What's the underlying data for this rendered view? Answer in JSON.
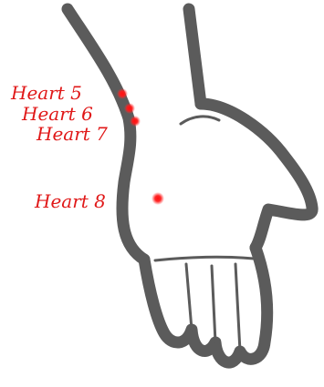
{
  "points": [
    {
      "label": "Heart 5",
      "color": "#ff1a1a"
    },
    {
      "label": "Heart 6",
      "color": "#ff1a1a"
    },
    {
      "label": "Heart 7",
      "color": "#ff1a1a"
    },
    {
      "label": "Heart 8",
      "color": "#ff1a1a"
    }
  ]
}
